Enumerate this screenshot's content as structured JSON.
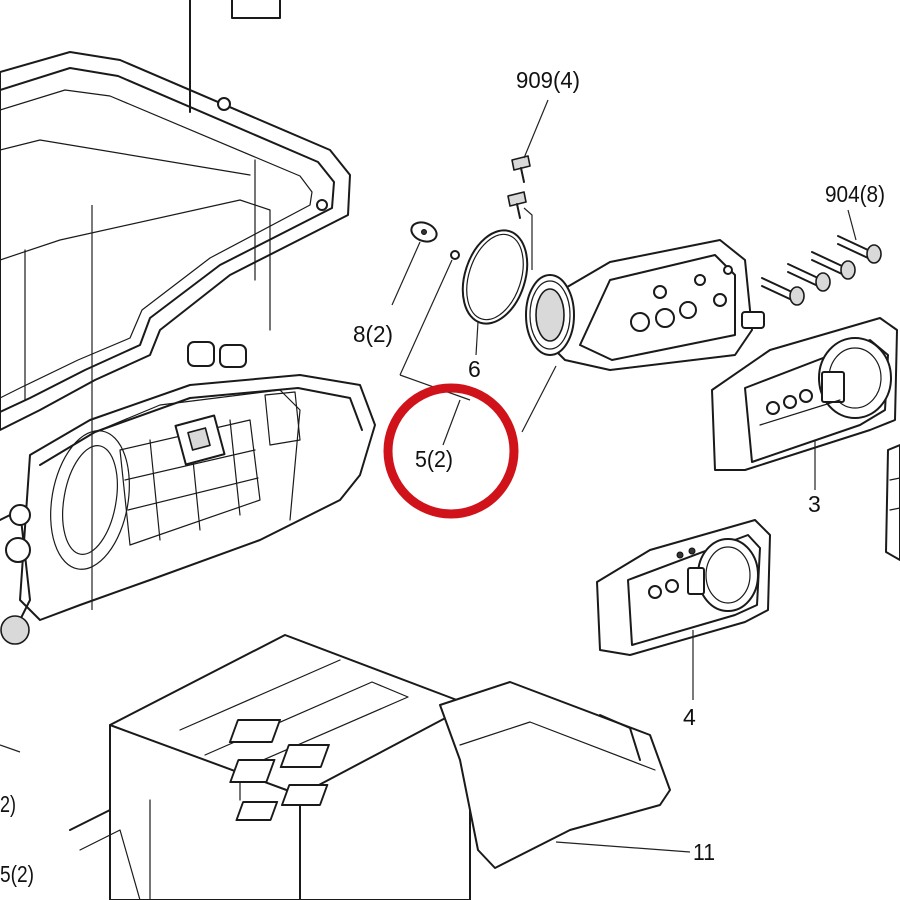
{
  "callouts": {
    "c909": "909(4)",
    "c904": "904(8)",
    "c8": "8(2)",
    "c6": "6",
    "c5": "5(2)",
    "c3": "3",
    "c4": "4",
    "c11": "11",
    "cEdge1": "2)",
    "cEdge2": "5(2)"
  },
  "highlight": {
    "target": "5(2)",
    "color": "#d0121b"
  }
}
